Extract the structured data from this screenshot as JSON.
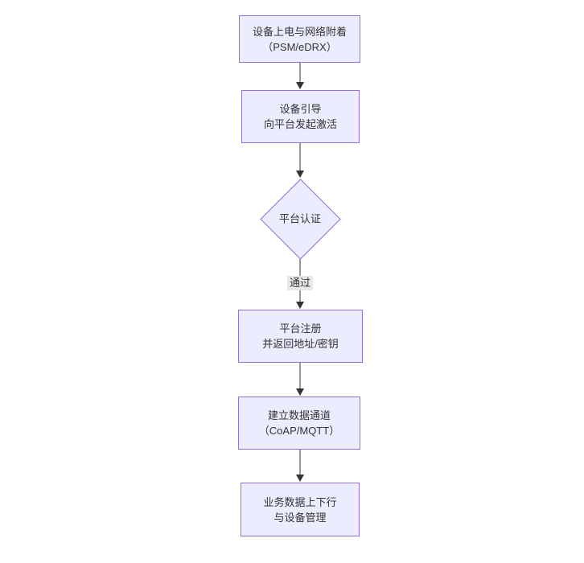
{
  "colors": {
    "background": "#ffffff",
    "node_fill": "#ECECFF",
    "node_border": "#9370DB",
    "edge_line": "#333333",
    "text": "#333333",
    "edge_label_bg": "#e8e8e8"
  },
  "nodes": [
    {
      "id": "power-attach",
      "shape": "rect",
      "lines": [
        "设备上电与网络附着",
        "（PSM/eDRX）"
      ]
    },
    {
      "id": "bootstrap",
      "shape": "rect",
      "lines": [
        "设备引导",
        "向平台发起激活"
      ]
    },
    {
      "id": "platform-auth",
      "shape": "diamond",
      "lines": [
        "平台认证"
      ]
    },
    {
      "id": "platform-register",
      "shape": "rect",
      "lines": [
        "平台注册",
        "并返回地址/密钥"
      ]
    },
    {
      "id": "data-channel",
      "shape": "rect",
      "lines": [
        "建立数据通道",
        "（CoAP/MQTT）"
      ]
    },
    {
      "id": "business-data",
      "shape": "rect",
      "lines": [
        "业务数据上下行",
        "与设备管理"
      ]
    }
  ],
  "edges": [
    {
      "from": "power-attach",
      "to": "bootstrap",
      "label": ""
    },
    {
      "from": "bootstrap",
      "to": "platform-auth",
      "label": ""
    },
    {
      "from": "platform-auth",
      "to": "platform-register",
      "label": "通过"
    },
    {
      "from": "platform-register",
      "to": "data-channel",
      "label": ""
    },
    {
      "from": "data-channel",
      "to": "business-data",
      "label": ""
    }
  ]
}
